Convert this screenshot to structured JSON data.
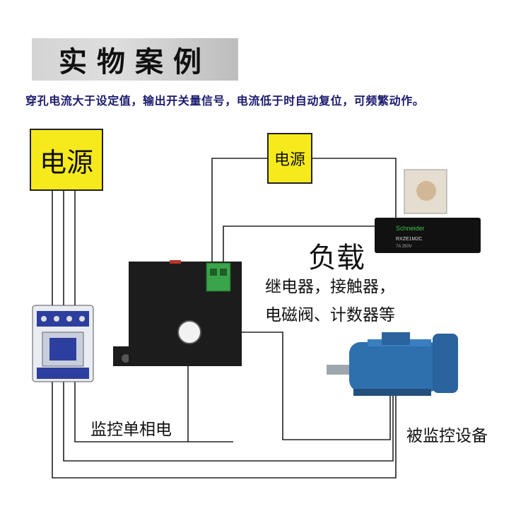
{
  "banner": {
    "title": "实物案例"
  },
  "subtitle": "穿孔电流大于设定值，输出开关量信号，电流低于时自动复位，可频繁动作。",
  "power_supply_main": {
    "label": "电源"
  },
  "power_supply_relay": {
    "label": "电源"
  },
  "load": {
    "label": "负载",
    "desc_line1": "继电器，接触器，",
    "desc_line2": "电磁阀、计数器等"
  },
  "monitor_label": "监控单相电",
  "device_label": "被监控设备",
  "relay": {
    "brand": "Schneider",
    "model": "RXZE1M2C",
    "rating": "7A 250V"
  },
  "colors": {
    "psu_yellow": "#f6ea1c",
    "sensor_black": "#1c1c1c",
    "terminal_green": "#3aa44a",
    "motor_blue": "#2e6fae",
    "contactor_blue": "#2d3f9e",
    "wire": "#222222"
  }
}
